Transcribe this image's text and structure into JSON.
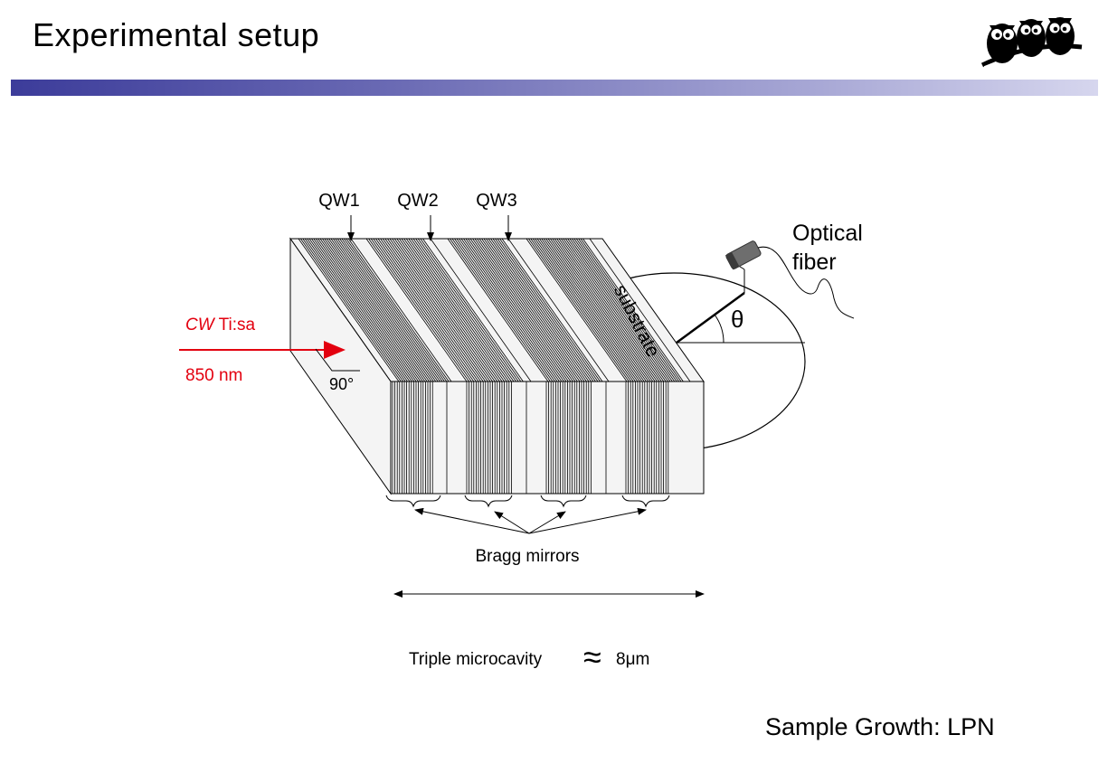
{
  "slide": {
    "title": "Experimental setup",
    "footer_text": "Sample Growth: LPN"
  },
  "diagram": {
    "qw_labels": [
      "QW1",
      "QW2",
      "QW3"
    ],
    "laser_label": {
      "italic": "CW",
      "rest": " Ti:sa"
    },
    "wavelength_label": "850 nm",
    "angle_label": "90°",
    "substrate_label": "substrate",
    "fiber_label_lines": [
      "Optical",
      "fiber"
    ],
    "theta_label": "θ",
    "bragg_label": "Bragg mirrors",
    "size_label": "Triple microcavity",
    "approx_symbol": "≈",
    "size_value": "8μm"
  },
  "colors": {
    "laser": "#e3000f",
    "title_bar_dark": "#3c3c9a",
    "title_bar_light": "#d6d6ee"
  },
  "icons": [
    "owls-logo-icon",
    "optical-fiber-icon",
    "arrow-icon"
  ]
}
